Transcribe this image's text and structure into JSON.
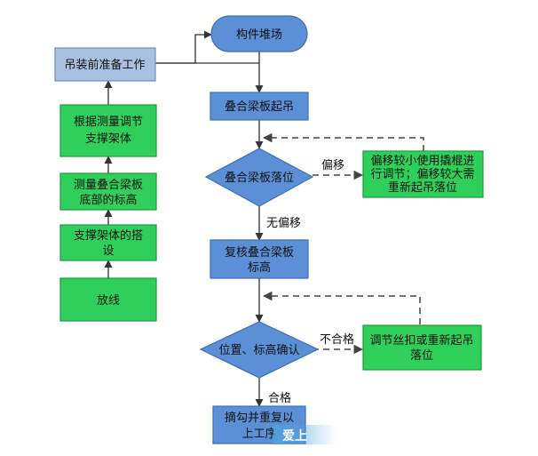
{
  "colors": {
    "blue_fill": "#5b8fd6",
    "blue_stroke": "#3a6fb8",
    "green_fill": "#2ecf5a",
    "green_stroke": "#1e9a3c",
    "line": "#333333",
    "dash": "#444444"
  },
  "nodes": {
    "yard": "构件堆场",
    "prep": "吊装前准备工作",
    "lift": "叠合梁板起吊",
    "drop": "叠合梁板落位",
    "fix_small": [
      "偏移较小使用撬棍进",
      "行调节；偏移较大需",
      "重新起吊落位"
    ],
    "recheck": [
      "复核叠合梁板",
      "标高"
    ],
    "confirm": "位置、标高确认",
    "fix_unqualified": [
      "调节丝扣或重新起吊",
      "落位"
    ],
    "hook": [
      "摘勾并重复以",
      "上工序"
    ],
    "adjust": [
      "根据测量调节",
      "支撑架体"
    ],
    "measure": [
      "测量叠合梁板",
      "底部的标高"
    ],
    "erect": [
      "支撑架体的搭",
      "设"
    ],
    "setout": "放线"
  },
  "labels": {
    "offset": "偏移",
    "no_offset": "无偏移",
    "unqualified": "不合格",
    "qualified": "合格"
  },
  "watermark": "爱上"
}
